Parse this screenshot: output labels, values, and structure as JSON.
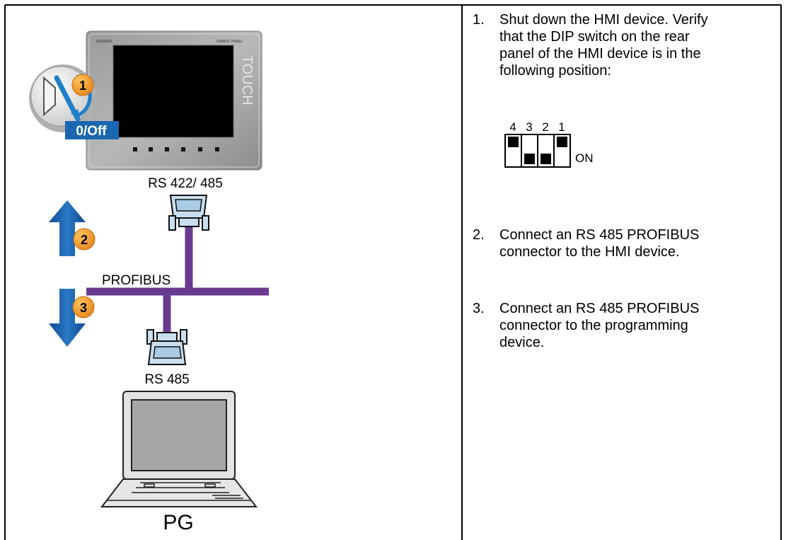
{
  "diagram": {
    "left": {
      "switch_label": "0/Off",
      "badges": [
        "1",
        "2",
        "3"
      ],
      "hmi_brand": "SIEMENS",
      "hmi_model": "SIMATIC PANEL",
      "hmi_touch": "TOUCH",
      "hmi_port_label": "RS 422/ 485",
      "bus_label": "PROFIBUS",
      "pg_port_label": "RS 485",
      "pg_label": "PG"
    },
    "right": {
      "steps": [
        {
          "num": "1.",
          "text": "Shut down the HMI device. Verify that the DIP switch on the rear panel of the HMI device is in the following position:"
        },
        {
          "num": "2.",
          "text": "Connect an RS 485 PROFIBUS connector to the HMI device."
        },
        {
          "num": "3.",
          "text": "Connect an RS 485 PROFIBUS connector to the programming device."
        }
      ],
      "dip": {
        "labels": [
          "4",
          "3",
          "2",
          "1"
        ],
        "positions": [
          "up",
          "down",
          "down",
          "up"
        ],
        "on_label": "ON"
      }
    }
  },
  "colors": {
    "profibus_cable": "#6a3a91",
    "arrow_blue": "#1a5ea8",
    "badge_orange": "#f39a1f",
    "switch_blue": "#1f7fc8",
    "connector_fill": "#c7dff0"
  }
}
